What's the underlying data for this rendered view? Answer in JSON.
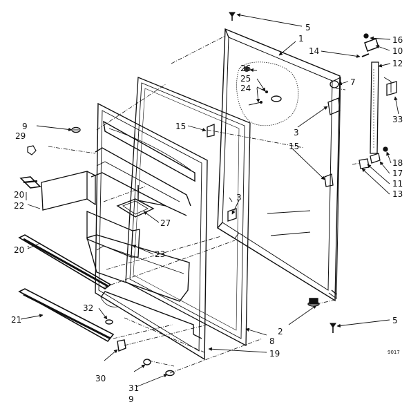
{
  "diagram": {
    "drawing_code": "9017",
    "callouts": [
      "5",
      "1",
      "16",
      "14",
      "10",
      "12",
      "7",
      "26",
      "25",
      "24",
      "33",
      "9",
      "29",
      "15",
      "3",
      "15",
      "18",
      "17",
      "11",
      "13",
      "20",
      "22",
      "3",
      "27",
      "20",
      "23",
      "21",
      "32",
      "2",
      "5",
      "8",
      "19",
      "30",
      "31",
      "9"
    ]
  }
}
